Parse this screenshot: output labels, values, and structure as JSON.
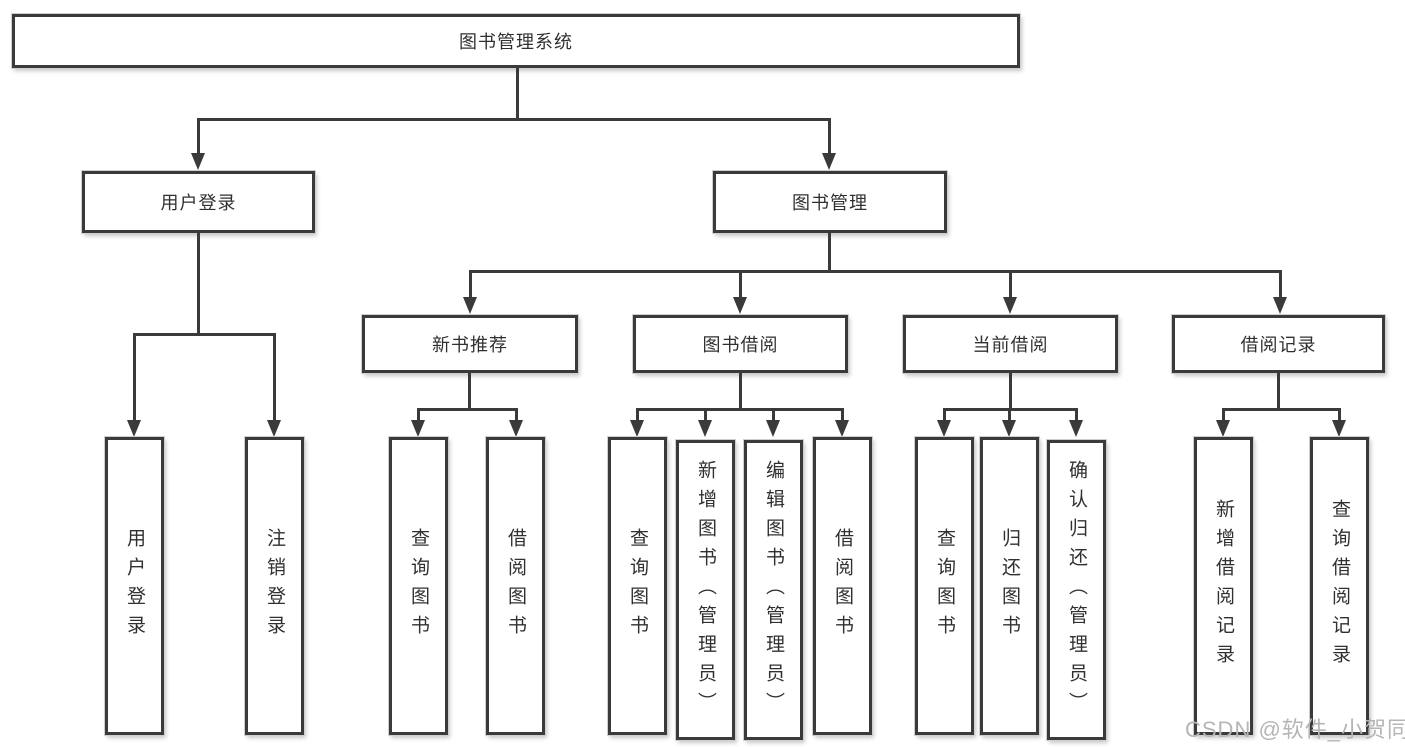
{
  "tree": {
    "label": "图书管理系统",
    "children": [
      {
        "label": "用户登录",
        "children": [
          {
            "label": "用户登录"
          },
          {
            "label": "注销登录"
          }
        ]
      },
      {
        "label": "图书管理",
        "children": [
          {
            "label": "新书推荐",
            "children": [
              {
                "label": "查询图书"
              },
              {
                "label": "借阅图书"
              }
            ]
          },
          {
            "label": "图书借阅",
            "children": [
              {
                "label": "查询图书"
              },
              {
                "label": "新增图书（管理员）"
              },
              {
                "label": "编辑图书（管理员）"
              },
              {
                "label": "借阅图书"
              }
            ]
          },
          {
            "label": "当前借阅",
            "children": [
              {
                "label": "查询图书"
              },
              {
                "label": "归还图书"
              },
              {
                "label": "确认归还（管理员）"
              }
            ]
          },
          {
            "label": "借阅记录",
            "children": [
              {
                "label": "新增借阅记录"
              },
              {
                "label": "查询借阅记录"
              }
            ]
          }
        ]
      }
    ]
  },
  "watermark": "CSDN @软件_小贺同学",
  "colors": {
    "line": "#3a3a3a",
    "text": "#303030",
    "box_background": "#ffffff",
    "watermark": "#b5b5b5",
    "page_background": "#ffffff"
  }
}
